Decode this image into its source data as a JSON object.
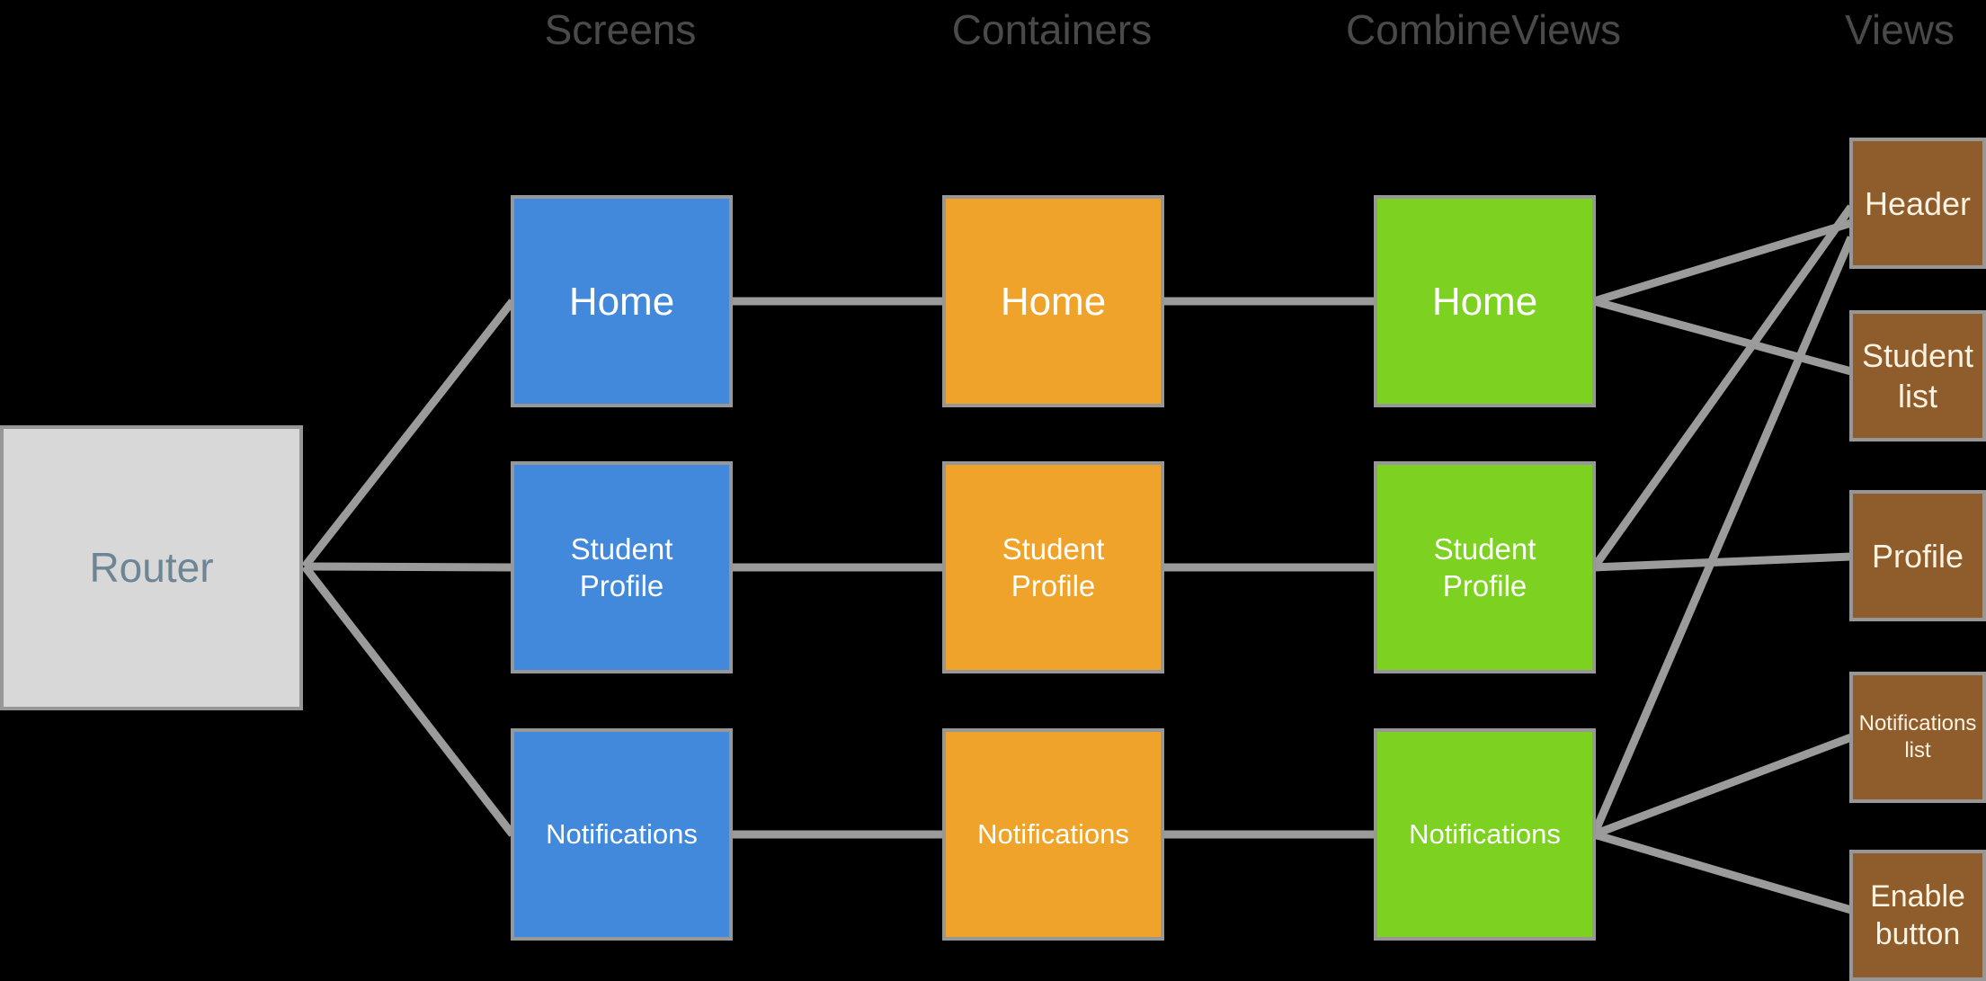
{
  "diagram": {
    "background": "#000000",
    "styles": {
      "connector_color": "#9B9B9B",
      "box_border_color": "#979797",
      "header_text_color": "#4A4A4A",
      "screens_color": "#4289DC",
      "containers_color": "#F0A32A",
      "combine_views_color": "#7CD121",
      "views_color": "#8F5C2B",
      "router_fill": "#D8D8D8",
      "router_text_color": "#6D8594"
    },
    "router": {
      "label": "Router"
    },
    "columns": {
      "screens": {
        "header": "Screens",
        "items": [
          {
            "label": "Home"
          },
          {
            "label": "Student Profile"
          },
          {
            "label": "Notifications"
          }
        ]
      },
      "containers": {
        "header": "Containers",
        "items": [
          {
            "label": "Home"
          },
          {
            "label": "Student Profile"
          },
          {
            "label": "Notifications"
          }
        ]
      },
      "combine_views": {
        "header": "CombineViews",
        "items": [
          {
            "label": "Home"
          },
          {
            "label": "Student Profile"
          },
          {
            "label": "Notifications"
          }
        ]
      },
      "views": {
        "header": "Views",
        "items": [
          {
            "label": "Header"
          },
          {
            "label": "Student list"
          },
          {
            "label": "Profile"
          },
          {
            "label": "Notifications list"
          },
          {
            "label": "Enable button"
          }
        ]
      }
    },
    "connections": [
      {
        "from": "Router",
        "to": "Screens/Home"
      },
      {
        "from": "Router",
        "to": "Screens/Student Profile"
      },
      {
        "from": "Router",
        "to": "Screens/Notifications"
      },
      {
        "from": "Screens/Home",
        "to": "Containers/Home"
      },
      {
        "from": "Screens/Student Profile",
        "to": "Containers/Student Profile"
      },
      {
        "from": "Screens/Notifications",
        "to": "Containers/Notifications"
      },
      {
        "from": "Containers/Home",
        "to": "CombineViews/Home"
      },
      {
        "from": "Containers/Student Profile",
        "to": "CombineViews/Student Profile"
      },
      {
        "from": "Containers/Notifications",
        "to": "CombineViews/Notifications"
      },
      {
        "from": "CombineViews/Home",
        "to": "Views/Header"
      },
      {
        "from": "CombineViews/Home",
        "to": "Views/Student list"
      },
      {
        "from": "CombineViews/Student Profile",
        "to": "Views/Header"
      },
      {
        "from": "CombineViews/Student Profile",
        "to": "Views/Profile"
      },
      {
        "from": "CombineViews/Notifications",
        "to": "Views/Header"
      },
      {
        "from": "CombineViews/Notifications",
        "to": "Views/Notifications list"
      },
      {
        "from": "CombineViews/Notifications",
        "to": "Views/Enable button"
      }
    ]
  }
}
